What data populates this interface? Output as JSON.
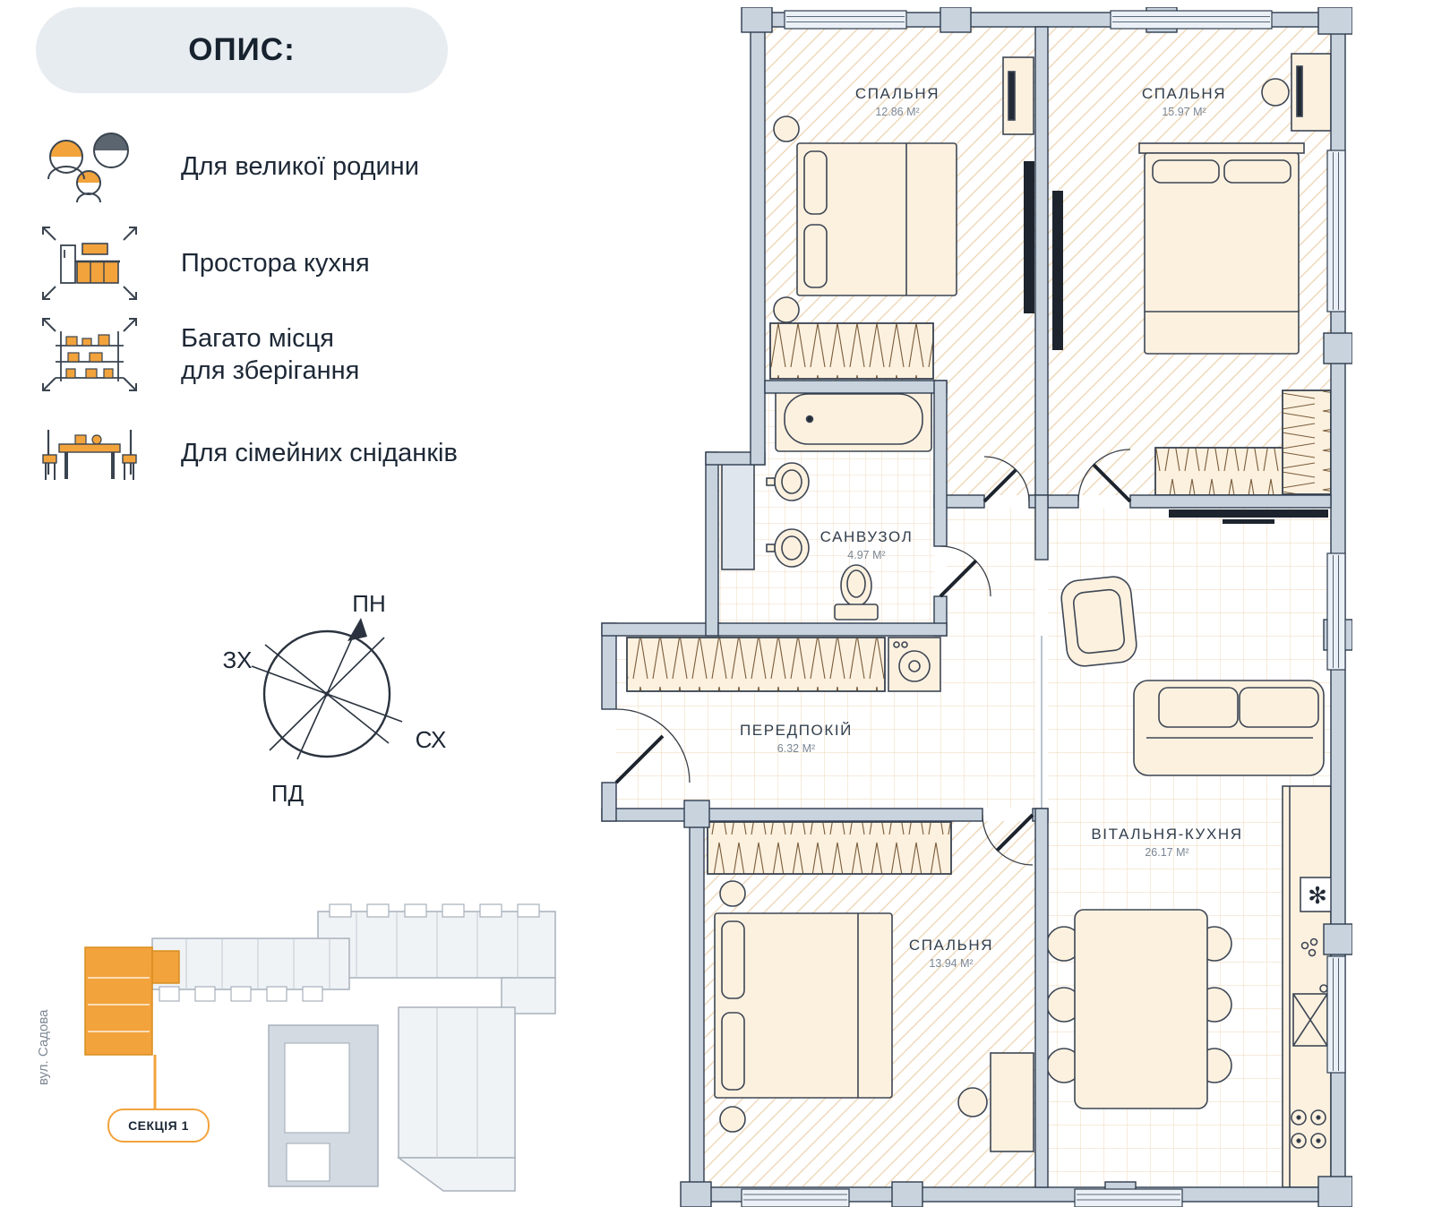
{
  "left_panel": {
    "title": "ОПИС:",
    "features": [
      {
        "icon": "family-icon",
        "label": "Для великої родини"
      },
      {
        "icon": "kitchen-icon",
        "label": "Простора кухня"
      },
      {
        "icon": "storage-icon",
        "label": "Багато місця\nдля зберігання"
      },
      {
        "icon": "breakfast-table-icon",
        "label": "Для сімейних сніданків"
      }
    ]
  },
  "compass": {
    "north_label": "ПН",
    "west_label": "ЗХ",
    "east_label": "СХ",
    "south_label": "ПД"
  },
  "site_plan": {
    "street_label": "вул. Садова",
    "section_label": "СЕКЦІЯ 1"
  },
  "floor_plan": {
    "rooms": [
      {
        "id": "bedroom-1",
        "name": "СПАЛЬНЯ",
        "area": "12.86 М²"
      },
      {
        "id": "bedroom-2",
        "name": "СПАЛЬНЯ",
        "area": "15.97 М²"
      },
      {
        "id": "bathroom",
        "name": "САНВУЗОЛ",
        "area": "4.97 М²"
      },
      {
        "id": "hallway",
        "name": "ПЕРЕДПОКІЙ",
        "area": "6.32 М²"
      },
      {
        "id": "bedroom-3",
        "name": "СПАЛЬНЯ",
        "area": "13.94 М²"
      },
      {
        "id": "living-kitchen",
        "name": "ВІТАЛЬНЯ-КУХНЯ",
        "area": "26.17 М²"
      }
    ]
  },
  "colors": {
    "accent_orange": "#F2A33C",
    "wall_fill": "#C9D3DE",
    "outline": "#2E3C4E",
    "floor_hatch": "#ECD4B2",
    "furniture_fill": "#FCF1DF",
    "panel_bg": "#E7ECF1",
    "text_dark": "#1B2735"
  }
}
